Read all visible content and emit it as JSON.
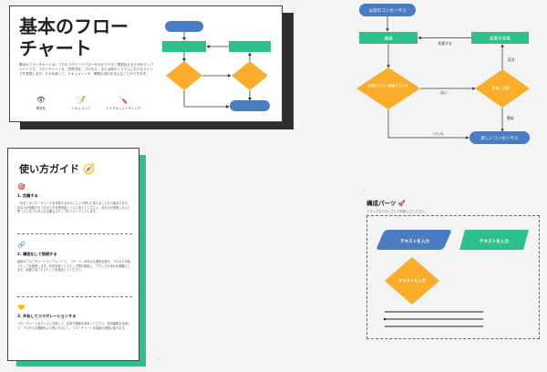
{
  "card1": {
    "title_line1": "基本のフロー",
    "title_line2": "チャート",
    "description": "基本のフローチャートは、プロセスやワークフローをわかりやすく視覚化するためのテンプレートです。フローチャートを、意思決定、プロセス、または他のシステムにおけるステップを表現します。それを使って、ドキュメントや、業務の流れを伝えることができます。",
    "icons": [
      {
        "icon": "eye-icon",
        "glyph": "👁",
        "label": "視覚化"
      },
      {
        "icon": "memo-icon",
        "glyph": "📝",
        "label": "ドキュメント"
      },
      {
        "icon": "tools-icon",
        "glyph": "🪛",
        "label": "トラブルシューティング"
      }
    ]
  },
  "flowchart": {
    "start": "以前のコンセンサス",
    "review": "議論",
    "improve": "変数を定義",
    "decision1": "記録がさらに議論されたか",
    "decision2": "定義に同意？",
    "end": "新しいコンセンサス",
    "edge_agree": "合意する",
    "edge_oppose": "反対",
    "edge_yes": "はい",
    "edge_no": "いいえ",
    "edge_agreed": "賛成"
  },
  "card2": {
    "title": "使い方ガイド",
    "title_icon": "🧭",
    "sections": [
      {
        "emoji": "🎯",
        "heading": "1. 定義する",
        "body": "「なぜこのフローチャートを作成するのか」という問いに答えることから始まります。あなたが説明するプロセスや意思決定について考えてください。あなたが説明したいと思っているプロセスの主要なステップをリストアップします。"
      },
      {
        "emoji": "🔗",
        "heading": "2. 構造化して接続する",
        "body": "最初のフローチャートテンプレートで、「パーツ」の中から図形を選び、プロセスの各ステップを配置します。矢印を使ってステップ間を接続し、ブロックの流れを明確にします。必要に応じてステップを追加してください。"
      },
      {
        "emoji": "🤝",
        "heading": "3. 共有してコラボレーションする",
        "body": "フローチャートをチームと共有して、意見や提案を求めてください。共同編集を活用して、プロセスの理解をより良いものにし、フローチャートを最新の状態に保ちます。"
      }
    ]
  },
  "parts": {
    "title": "構成パーツ",
    "title_icon": "🚀",
    "subtitle": "ドラッグ&ドロップして利用してください。",
    "shape1": "テキストを入力",
    "shape2": "テキストを入力",
    "shape3": "テキストを入力"
  },
  "colors": {
    "blue": "#4a7cc2",
    "green": "#2fbf8b",
    "orange": "#f9ad2a",
    "dark": "#2e2e2e"
  }
}
